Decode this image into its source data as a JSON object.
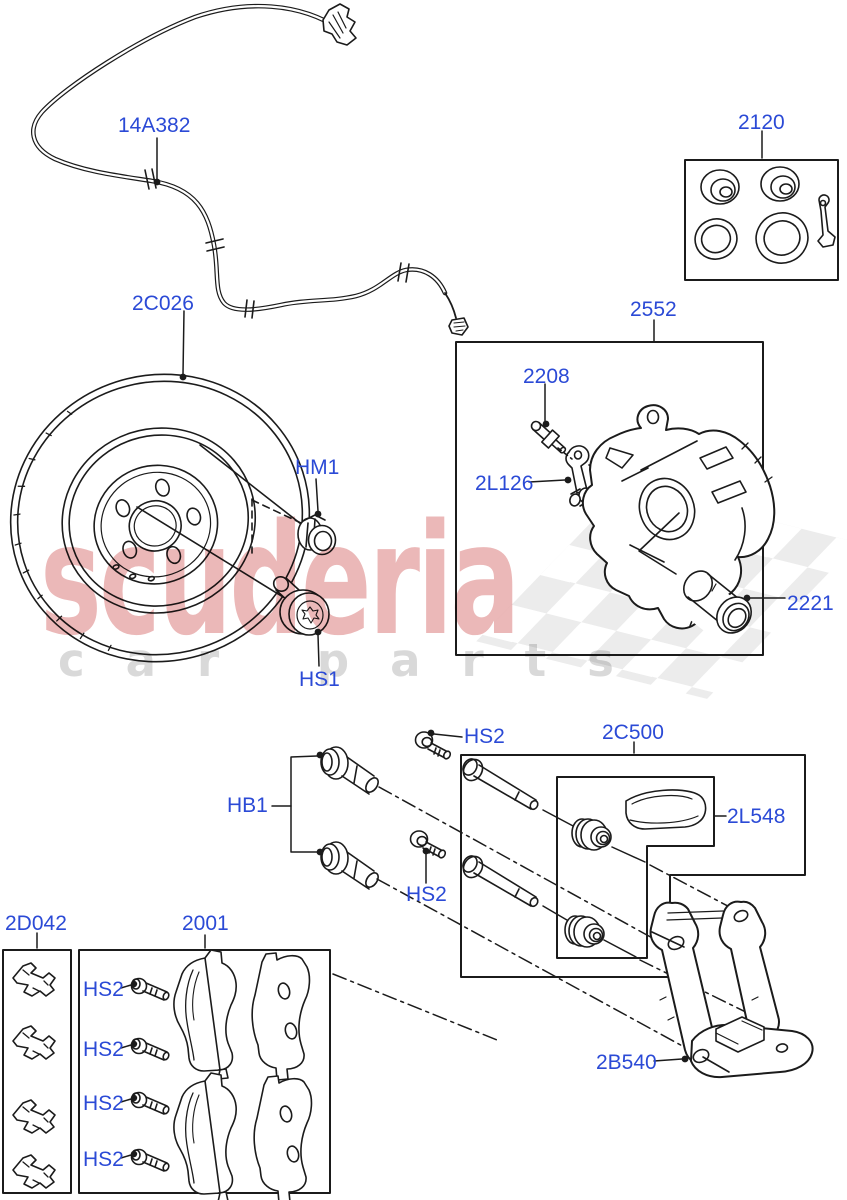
{
  "watermark": {
    "brand": "scuderia",
    "subtitle": "car parts",
    "brand_color": "#e49c9c",
    "subtitle_color": "#d9d9d9",
    "flag_icon": "checkered-flag",
    "check_color": "#dcdcdc"
  },
  "style": {
    "label_color": "#2b4ad6",
    "line_color": "#1b1b1b",
    "background": "#ffffff"
  },
  "labels": [
    {
      "text": "14A382"
    },
    {
      "text": "2120"
    },
    {
      "text": "2C026"
    },
    {
      "text": "2552"
    },
    {
      "text": "2208"
    },
    {
      "text": "2L126"
    },
    {
      "text": "HM1"
    },
    {
      "text": "HS1"
    },
    {
      "text": "2221"
    },
    {
      "text": "HS2"
    },
    {
      "text": "2C500"
    },
    {
      "text": "HB1"
    },
    {
      "text": "2L548"
    },
    {
      "text": "HS2"
    },
    {
      "text": "2D042"
    },
    {
      "text": "2001"
    },
    {
      "text": "HS2"
    },
    {
      "text": "HS2"
    },
    {
      "text": "HS2"
    },
    {
      "text": "HS2"
    },
    {
      "text": "2B540"
    }
  ]
}
